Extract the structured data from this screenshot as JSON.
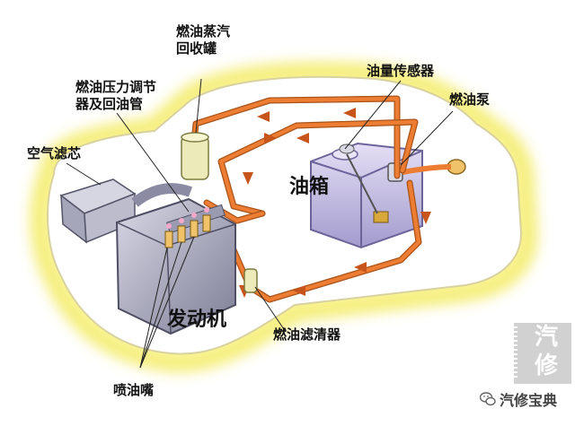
{
  "labels": {
    "vapor_canister": "燃油蒸汽\n回收罐",
    "regulator": "燃油压力调节\n器及回油管",
    "level_sensor": "油量传感器",
    "fuel_pump": "燃油泵",
    "air_filter": "空气滤芯",
    "fuel_tank": "油箱",
    "engine": "发动机",
    "fuel_filter": "燃油滤清器",
    "injectors": "喷油嘴"
  },
  "watermark": {
    "badge": "汽\n修",
    "caption": "汽修宝典"
  },
  "colors": {
    "glow": "#fcf7a6",
    "glow_edge": "#f3ea5c",
    "car_fill": "#ffffff",
    "car_outline": "#d9d2a0",
    "fuel_line": "#ec7d32",
    "fuel_line_edge": "#a9541b",
    "tank": "#c8c0e4",
    "tank_shade": "#8f86bd",
    "engine": "#b9b9cc",
    "engine_shade": "#6f6f86",
    "connector": "#f4a8ca"
  },
  "icons": [
    "wechat-icon"
  ]
}
